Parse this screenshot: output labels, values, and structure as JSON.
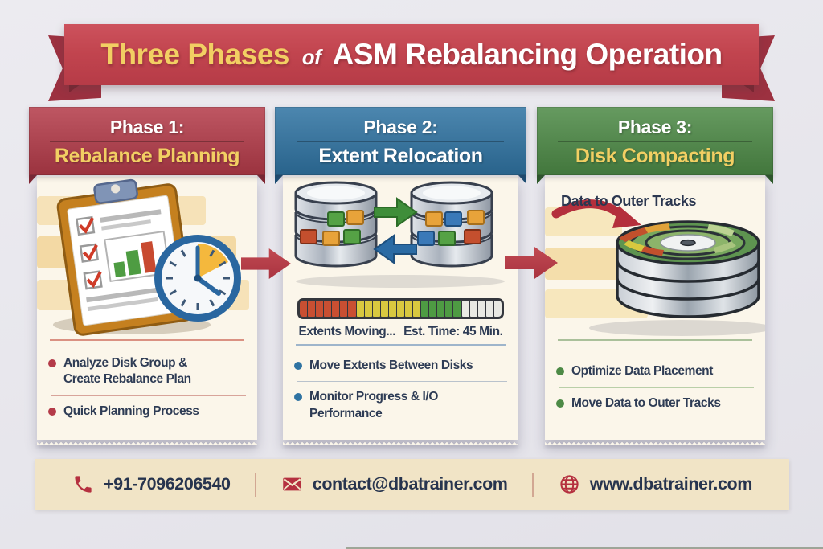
{
  "title": {
    "highlight": "Three Phases",
    "connector": "of",
    "rest": "ASM Rebalancing Operation"
  },
  "colors": {
    "ribbon_red": "#c2454f",
    "highlight_yellow": "#f2cf63",
    "paper": "#fbf6ea",
    "body_text": "#2e3c55",
    "flow_arrow_red": "#b23a48",
    "footer_bg": "#f1e4c6",
    "footer_accent": "#b5303f"
  },
  "phases": [
    {
      "title": "Phase 1:",
      "subtitle": "Rebalance Planning",
      "accent": "#b43b49",
      "fold": "#822733",
      "subtitle_color": "#f2cf63",
      "section_divider": "#cf6f5f",
      "bullet_divider": "#d8a49a",
      "bullets": [
        "Analyze Disk Group &\nCreate Rebalance Plan",
        "Quick Planning Process"
      ]
    },
    {
      "title": "Phase 2:",
      "subtitle": "Extent Relocation",
      "accent": "#2f73a2",
      "fold": "#1d4f75",
      "subtitle_color": "#ffffff",
      "section_divider": "#7f9fc0",
      "bullet_divider": "#b9c2cc",
      "bullets": [
        "Move Extents Between Disks",
        "Monitor Progress & I/O Performance"
      ]
    },
    {
      "title": "Phase 3:",
      "subtitle": "Disk Compacting",
      "accent": "#4d8a46",
      "fold": "#2f5c2b",
      "subtitle_color": "#f2cf63",
      "section_divider": "#8fae7f",
      "bullet_divider": "#b9cfa8",
      "bullets": [
        "Optimize Data Placement",
        "Move Data to Outer Tracks"
      ]
    }
  ],
  "phase2_extras": {
    "progress_label": "Extents Moving...",
    "progress_eta": "Est. Time: 45 Min.",
    "progress_segments": [
      {
        "color": "#c94f32",
        "count": 7
      },
      {
        "color": "#d8c83f",
        "count": 8
      },
      {
        "color": "#4e9b43",
        "count": 5
      },
      {
        "color": "#e9e9e3",
        "count": 5
      }
    ]
  },
  "phase3_extras": {
    "annotation": "Data to Outer Tracks"
  },
  "footer": {
    "phone": "+91-7096206540",
    "email": "contact@dbatrainer.com",
    "website": "www.dbatrainer.com"
  }
}
